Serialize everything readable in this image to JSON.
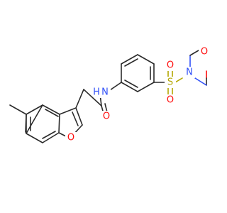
{
  "molecule": {
    "atoms": {
      "amide_n": "N",
      "amide_h": "H",
      "amide_o": "O",
      "sulfonyl_s": "S",
      "sulfonyl_o_top": "O",
      "sulfonyl_o_bottom": "O",
      "morpholine_n": "N",
      "morpholine_o": "O",
      "furan_o": "O"
    },
    "colors": {
      "bond": "#2b2b2b",
      "oxygen": "#ff0d0d",
      "nitrogen": "#3050f8",
      "sulfur": "#b3a700",
      "background": "#ffffff"
    }
  }
}
